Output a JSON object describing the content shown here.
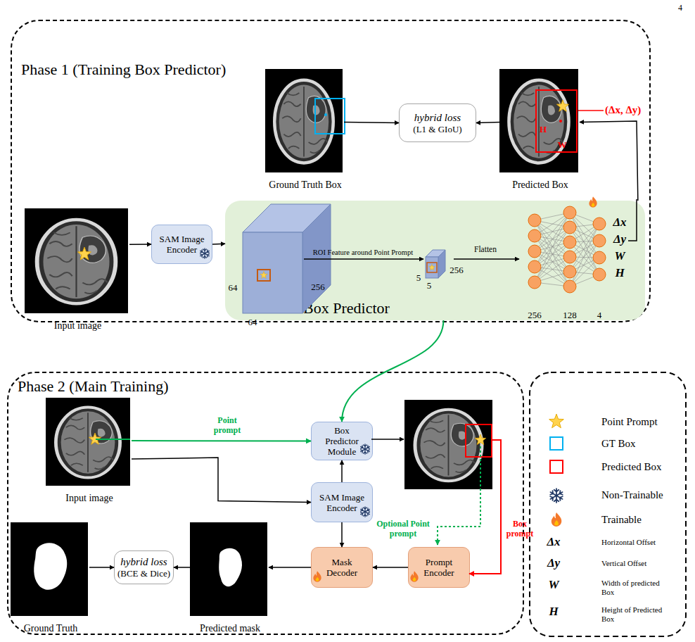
{
  "diagram": {
    "nodes": [
      {
        "text": [
          "Phase 1 (Training Box Predictor)"
        ]
      },
      {
        "text": [
          "Ground Truth Box"
        ],
        "in": 0
      },
      {
        "text": [
          "hybrid loss",
          "(L1 & GIoU)"
        ],
        "in": 0
      },
      {
        "text": [
          "Predicted Box"
        ],
        "in": 0
      },
      {
        "text": [
          "Input image"
        ],
        "in": 0
      },
      {
        "text": [
          "SAM Image Encoder"
        ],
        "in": 0
      },
      {
        "text": [
          "Box Predictor"
        ],
        "in": 0
      },
      {
        "text": [
          "Phase 2 (Main Training)"
        ]
      },
      {
        "text": [
          "Input image"
        ],
        "in": 7
      },
      {
        "text": [
          "Box Predictor Module"
        ],
        "in": 7
      },
      {
        "text": [
          "SAM Image Encoder"
        ],
        "in": 7
      },
      {
        "text": [
          "Mask Decoder"
        ],
        "in": 7
      },
      {
        "text": [
          "Prompt Encoder"
        ],
        "in": 7
      },
      {
        "text": [
          "Ground Truth"
        ],
        "in": 7
      },
      {
        "text": [
          "hybrid loss",
          "(BCE & Dice)"
        ],
        "in": 7
      },
      {
        "text": [
          "Predicted mask"
        ],
        "in": 7
      }
    ],
    "edges": [
      {
        "from": 4,
        "to": 5,
        "arrow": "to"
      },
      {
        "from": 5,
        "to": 6,
        "arrow": "to"
      },
      {
        "from": 1,
        "to": 2,
        "arrow": "to"
      },
      {
        "from": 3,
        "to": 2,
        "arrow": "to"
      },
      {
        "from": 6,
        "to": 3,
        "arrow": "to"
      },
      {
        "from": 6,
        "to": 9,
        "arrow": "to"
      },
      {
        "from": 8,
        "to": 9,
        "label": "Point prompt",
        "arrow": "to"
      },
      {
        "from": 8,
        "to": 10,
        "arrow": "to"
      },
      {
        "from": 10,
        "to": 9,
        "arrow": "to"
      },
      {
        "from": 10,
        "to": 11,
        "arrow": "to"
      },
      {
        "from": 12,
        "to": 11,
        "arrow": "to"
      },
      {
        "from": 11,
        "to": 15,
        "arrow": "to"
      },
      {
        "from": 15,
        "to": 14,
        "arrow": "to"
      },
      {
        "from": 13,
        "to": 14,
        "arrow": "to"
      }
    ],
    "labels": [
      "4",
      "ROI Feature around Point Prompt",
      "Flatten",
      "64",
      "64",
      "256",
      "5",
      "5",
      "256",
      "256",
      "128",
      "4",
      "Δx",
      "Δy",
      "W",
      "H",
      "H",
      "W",
      "(Δx, Δy)",
      "Optional Point prompt",
      "Box prompt",
      "Δx",
      "Δy",
      "W",
      "H"
    ],
    "legend": [
      {
        "text": "Point Prompt"
      },
      {
        "text": "GT Box"
      },
      {
        "text": "Predicted Box"
      },
      {
        "text": "Non-Trainable"
      },
      {
        "text": "Trainable"
      },
      {
        "text": "Horizontal Offset"
      },
      {
        "text": "Vertical Offset"
      },
      {
        "text": "Width of predicted Box"
      },
      {
        "text": "Height of Predicted Box"
      }
    ]
  }
}
